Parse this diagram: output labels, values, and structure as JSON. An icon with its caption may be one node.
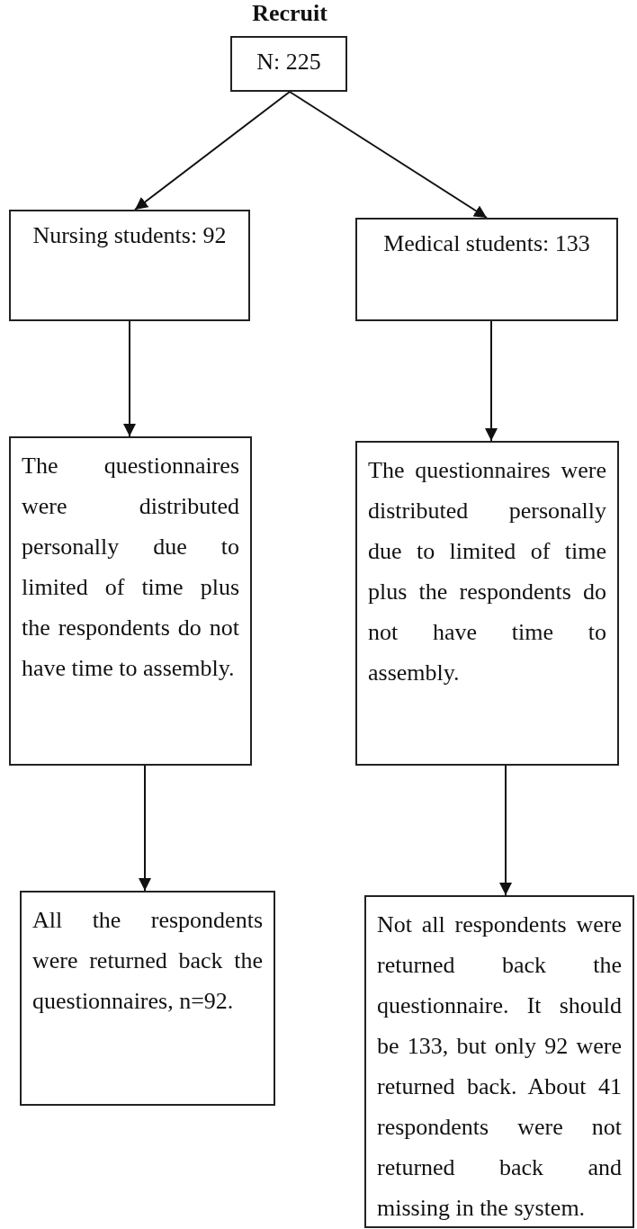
{
  "diagram": {
    "title": "Recruit",
    "nodes": [
      {
        "text": [
          "N: 225"
        ]
      },
      {
        "text": [
          "Nursing students: 92"
        ]
      },
      {
        "text": [
          "Medical students: 133"
        ]
      },
      {
        "text": [
          "The questionnaires were distributed personally due to limited of time plus the respondents do not have time to assembly."
        ]
      },
      {
        "text": [
          "The questionnaires were distributed personally due to limited of time plus the respondents do not have time to assembly."
        ]
      },
      {
        "text": [
          "All the respondents were returned back the questionnaires, n=92."
        ]
      },
      {
        "text": [
          "Not all respondents were returned back the questionnaire. It should be 133, but only 92 were returned back. About 41 respondents were not returned back and missing in the system."
        ]
      }
    ],
    "edges": [
      {
        "from": 0,
        "to": 1,
        "arrow": "to"
      },
      {
        "from": 0,
        "to": 2,
        "arrow": "to"
      },
      {
        "from": 1,
        "to": 3,
        "arrow": "to"
      },
      {
        "from": 2,
        "to": 4,
        "arrow": "to"
      },
      {
        "from": 3,
        "to": 5,
        "arrow": "to"
      },
      {
        "from": 4,
        "to": 6,
        "arrow": "to"
      }
    ]
  }
}
